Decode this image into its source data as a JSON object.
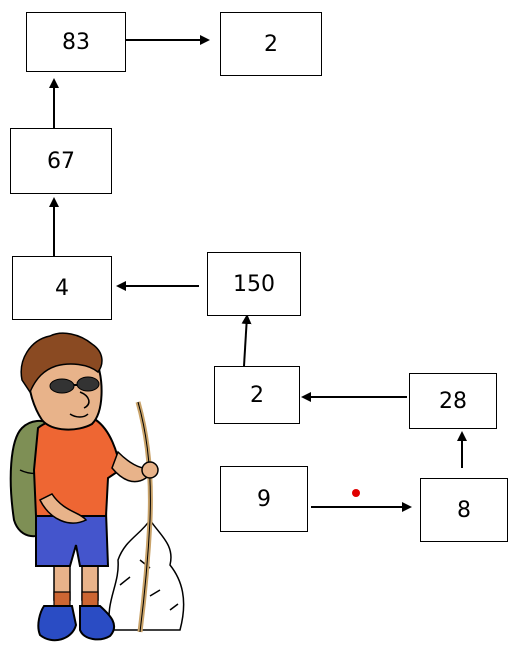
{
  "boxes": {
    "box_83": "83",
    "box_2_top": "2",
    "box_67": "67",
    "box_4": "4",
    "box_150": "150",
    "box_2_mid": "2",
    "box_28": "28",
    "box_9": "9",
    "box_8": "8"
  },
  "colors": {
    "line": "#000000",
    "marker": "#e00000",
    "shirt": "#ee6633",
    "shorts": "#4455cc",
    "backpack": "#7e8f55",
    "skin": "#e8b38a",
    "hair": "#8a4a22",
    "boots": "#2a4cc4",
    "stick": "#c9a36a"
  },
  "illustration": "cartoon-hiker"
}
